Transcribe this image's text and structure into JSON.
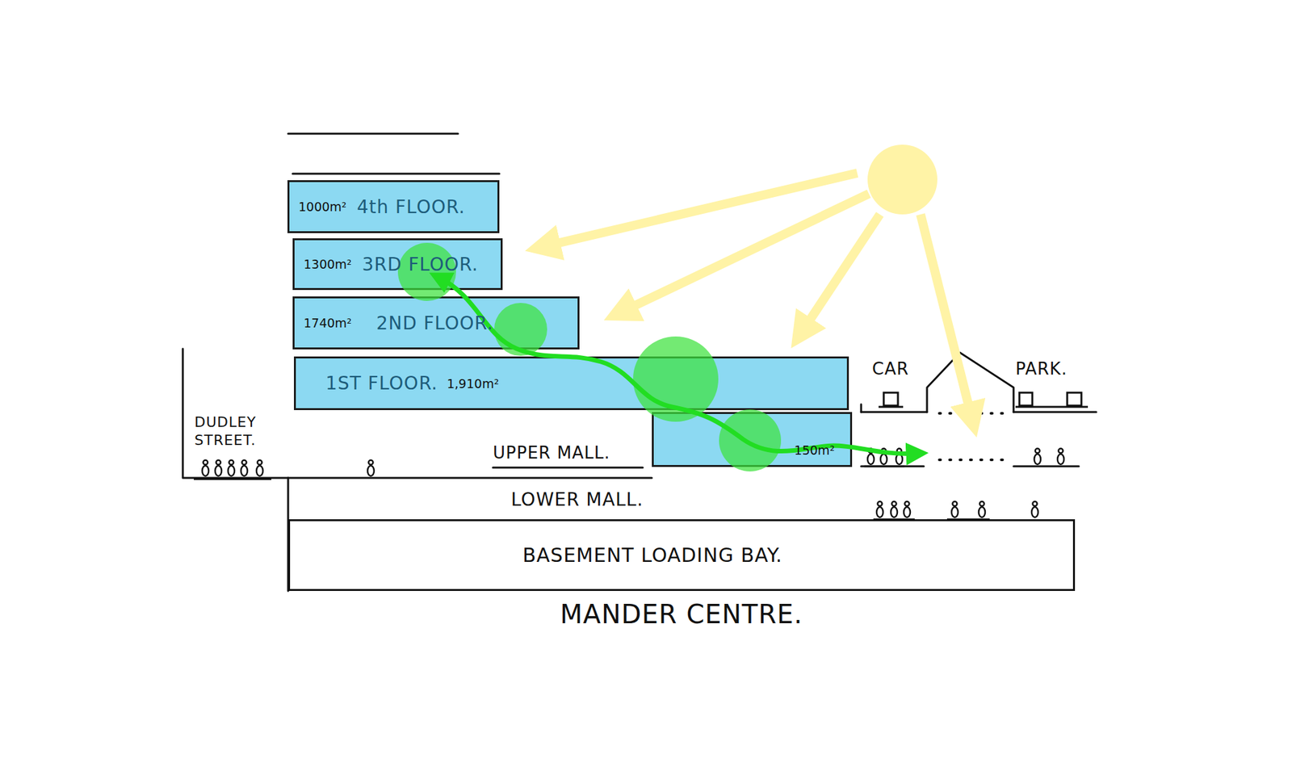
{
  "diagram": {
    "nodes": [
      {
        "text": [
          "1000m²",
          "4th FLOOR."
        ]
      },
      {
        "text": [
          "1300m²",
          "3RD FLOOR."
        ]
      },
      {
        "text": [
          "1740m²",
          "2ND FLOOR."
        ]
      },
      {
        "text": [
          "1ST FLOOR.",
          "1,910m²"
        ]
      },
      {
        "text": [
          "150m²"
        ]
      },
      {
        "text": [
          "LOWER MALL."
        ]
      },
      {
        "text": [
          "BASEMENT LOADING BAY."
        ]
      }
    ],
    "labels": [
      "DUDLEY STREET.",
      "UPPER MALL.",
      "CAR",
      "PARK.",
      "MANDER CENTRE."
    ]
  }
}
